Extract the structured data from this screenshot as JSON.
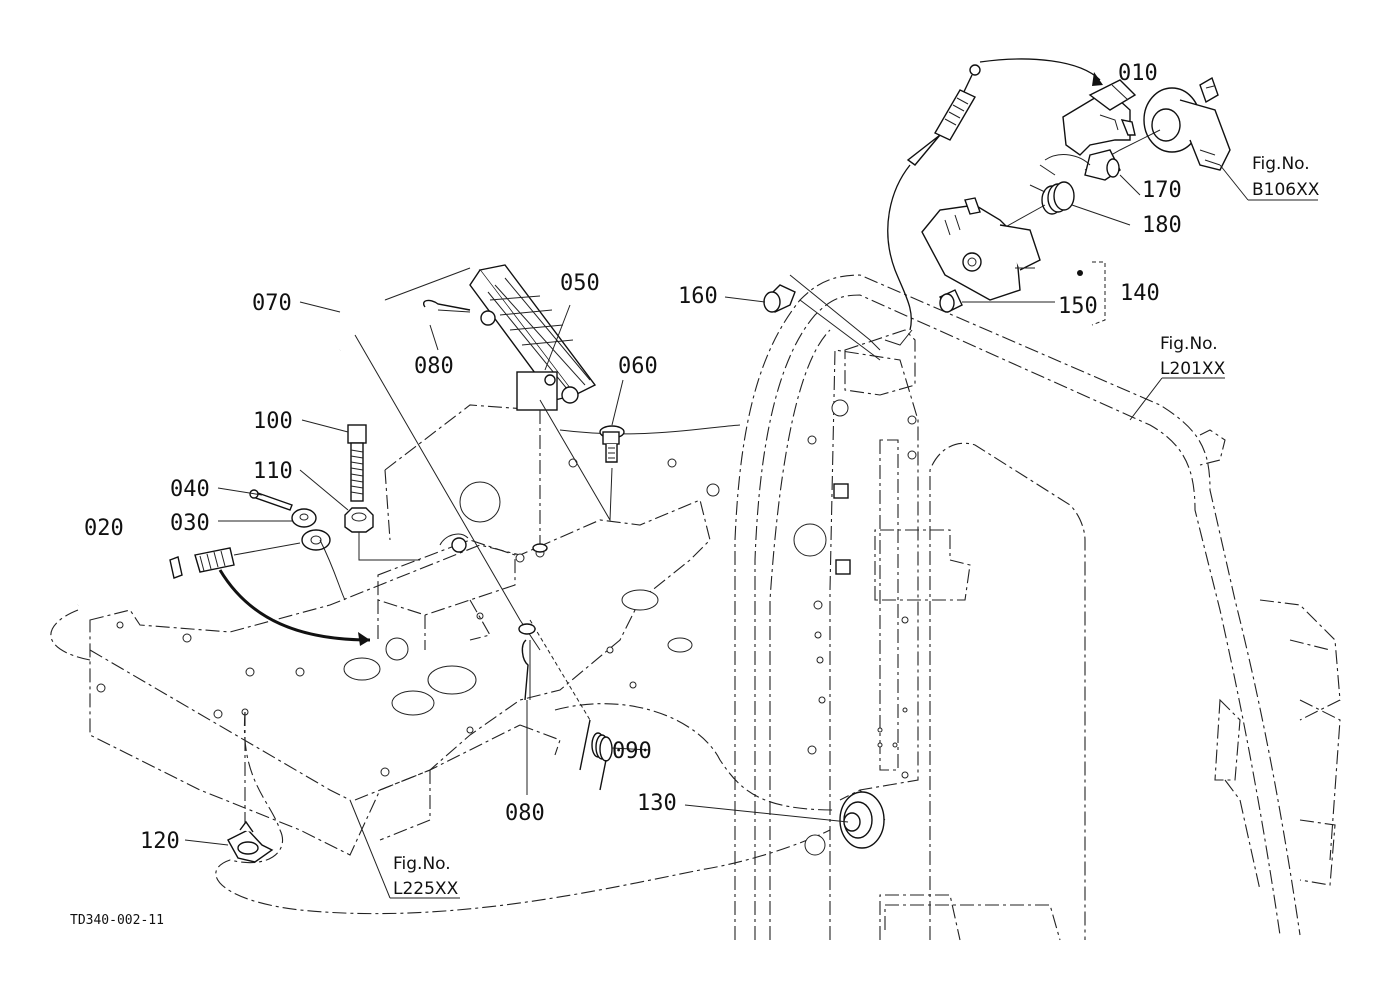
{
  "diagram": {
    "drawing_code": "TD340-002-11",
    "parts": [
      {
        "id": "p010",
        "label": "010"
      },
      {
        "id": "p020",
        "label": "020"
      },
      {
        "id": "p030",
        "label": "030"
      },
      {
        "id": "p040",
        "label": "040"
      },
      {
        "id": "p050",
        "label": "050"
      },
      {
        "id": "p060",
        "label": "060"
      },
      {
        "id": "p070",
        "label": "070"
      },
      {
        "id": "p080a",
        "label": "080"
      },
      {
        "id": "p080b",
        "label": "080"
      },
      {
        "id": "p090",
        "label": "090"
      },
      {
        "id": "p100",
        "label": "100"
      },
      {
        "id": "p110",
        "label": "110"
      },
      {
        "id": "p120",
        "label": "120"
      },
      {
        "id": "p130",
        "label": "130"
      },
      {
        "id": "p140",
        "label": "140"
      },
      {
        "id": "p150",
        "label": "150"
      },
      {
        "id": "p160",
        "label": "160"
      },
      {
        "id": "p170",
        "label": "170"
      },
      {
        "id": "p180",
        "label": "180"
      }
    ],
    "figure_refs": [
      {
        "id": "b106",
        "line1": "Fig.No.",
        "line2": "B106XX"
      },
      {
        "id": "l201",
        "line1": "Fig.No.",
        "line2": "L201XX"
      },
      {
        "id": "l225",
        "line1": "Fig.No.",
        "line2": "L225XX"
      }
    ]
  }
}
